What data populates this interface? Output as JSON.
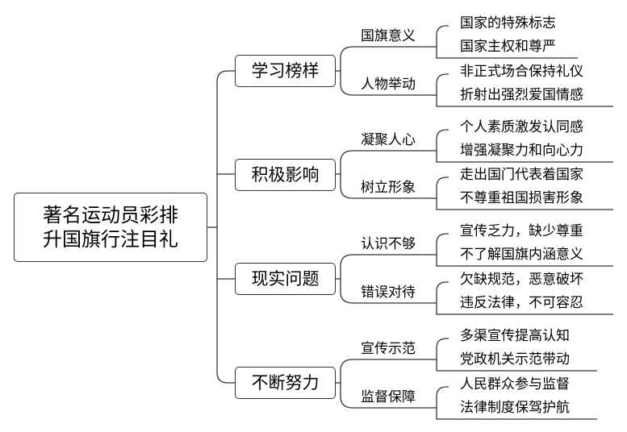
{
  "root": {
    "line1": "著名运动员彩排",
    "line2": "升国旗行注目礼"
  },
  "branches": [
    {
      "label": "学习榜样",
      "subs": [
        {
          "label": "国旗意义",
          "leaves": [
            "国家的特殊标志",
            "国家主权和尊严"
          ]
        },
        {
          "label": "人物举动",
          "leaves": [
            "非正式场合保持礼仪",
            "折射出强烈爱国情感"
          ]
        }
      ]
    },
    {
      "label": "积极影响",
      "subs": [
        {
          "label": "凝聚人心",
          "leaves": [
            "个人素质激发认同感",
            "增强凝聚力和向心力"
          ]
        },
        {
          "label": "树立形象",
          "leaves": [
            "走出国门代表着国家",
            "不尊重祖国损害形象"
          ]
        }
      ]
    },
    {
      "label": "现实问题",
      "subs": [
        {
          "label": "认识不够",
          "leaves": [
            "宣传乏力，缺少尊重",
            "不了解国旗内涵意义"
          ]
        },
        {
          "label": "错误对待",
          "leaves": [
            "欠缺规范，恶意破坏",
            "违反法律，不可容忍"
          ]
        }
      ]
    },
    {
      "label": "不断努力",
      "subs": [
        {
          "label": "宣传示范",
          "leaves": [
            "多渠宣传提高认知",
            "党政机关示范带动"
          ]
        },
        {
          "label": "监督保障",
          "leaves": [
            "人民群众参与监督",
            "法律制度保驾护航"
          ]
        }
      ]
    }
  ]
}
